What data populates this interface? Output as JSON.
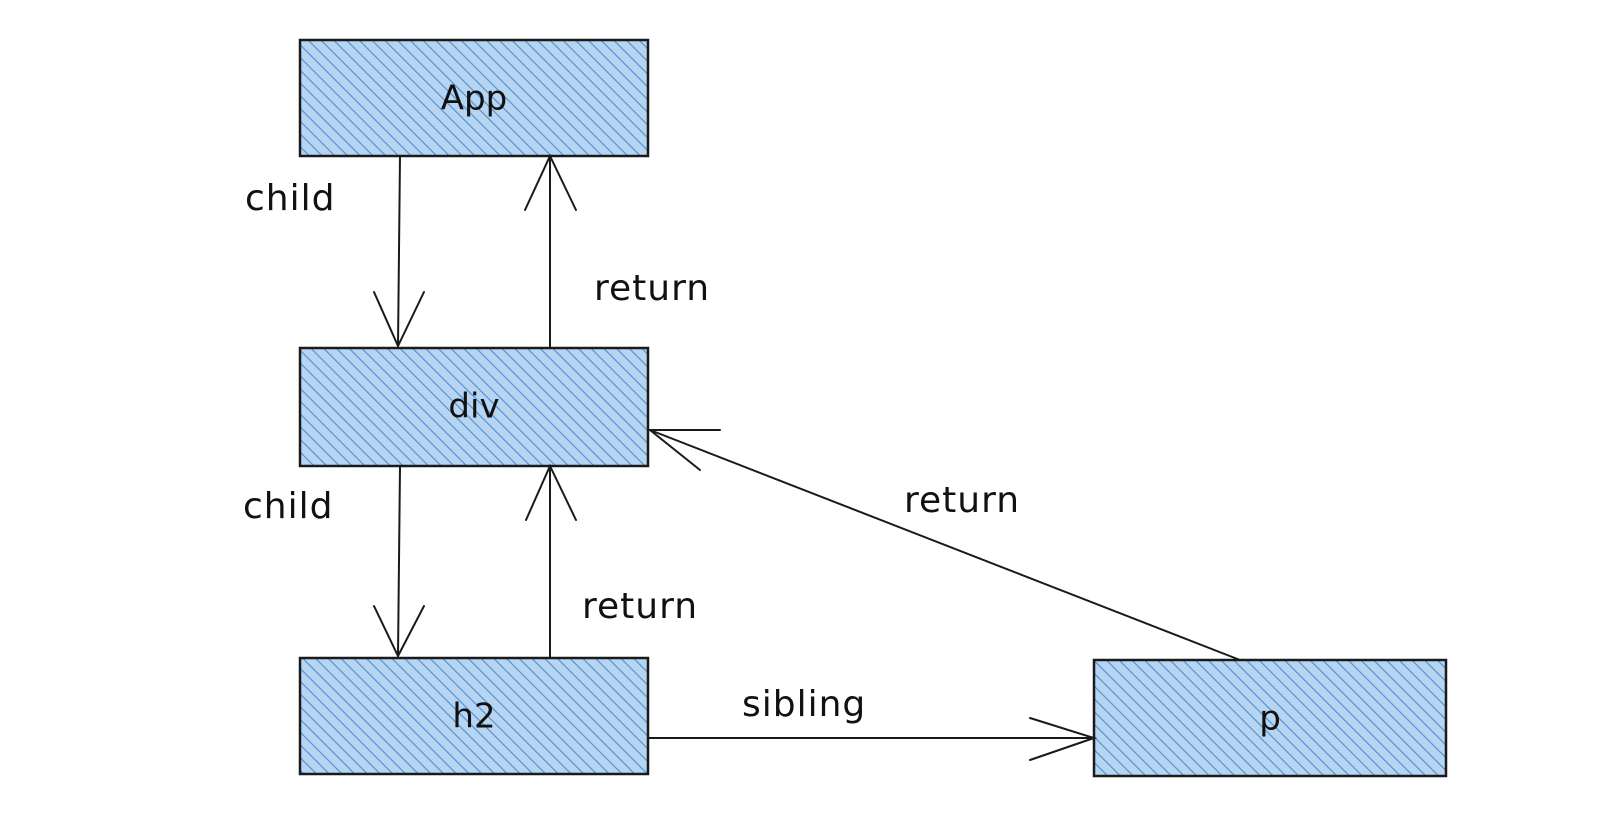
{
  "colors": {
    "fill": "#a9cbed",
    "hatch": "#4a8fd6",
    "stroke": "#1a1a1a",
    "text": "#111111"
  },
  "nodes": {
    "app": "App",
    "div": "div",
    "h2": "h2",
    "p": "p"
  },
  "edges": {
    "app_div_child": "child",
    "div_app_return": "return",
    "div_h2_child": "child",
    "h2_div_return": "return",
    "p_div_return": "return",
    "h2_p_sibling": "sibling"
  }
}
